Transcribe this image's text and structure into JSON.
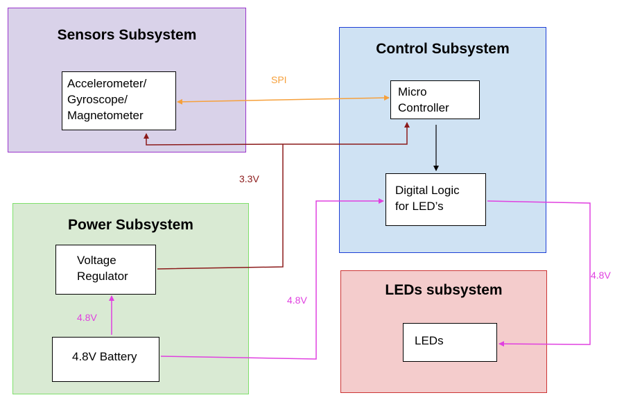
{
  "colors": {
    "sensors_fill": "#d9d2e9",
    "sensors_border": "#9933cc",
    "control_fill": "#cfe2f3",
    "control_border": "#1c3ed6",
    "power_fill": "#d9ead3",
    "power_border": "#7ee06a",
    "leds_fill": "#f4cccc",
    "leds_border": "#cc3333",
    "spi": "#f6a03b",
    "power_3v3": "#8b1a1a",
    "power_4v8": "#e040e0",
    "signal": "#000000"
  },
  "subsystems": {
    "sensors": {
      "title": "Sensors Subsystem"
    },
    "control": {
      "title": "Control Subsystem"
    },
    "power": {
      "title": "Power Subsystem"
    },
    "leds": {
      "title": "LEDs subsystem"
    }
  },
  "blocks": {
    "imu": {
      "lines": [
        "Accelerometer/",
        "Gyroscope/",
        "Magnetometer"
      ]
    },
    "mcu": {
      "lines": [
        "Micro",
        "Controller"
      ]
    },
    "logic": {
      "lines": [
        "Digital Logic",
        "for LED’s"
      ]
    },
    "regulator": {
      "lines": [
        "Voltage",
        "Regulator"
      ]
    },
    "battery": {
      "lines": [
        "4.8V Battery"
      ]
    },
    "leds": {
      "lines": [
        "LEDs"
      ]
    }
  },
  "labels": {
    "spi": "SPI",
    "v33": "3.3V",
    "v48_battery": "4.8V",
    "v48_logic": "4.8V",
    "v48_leds": "4.8V"
  }
}
